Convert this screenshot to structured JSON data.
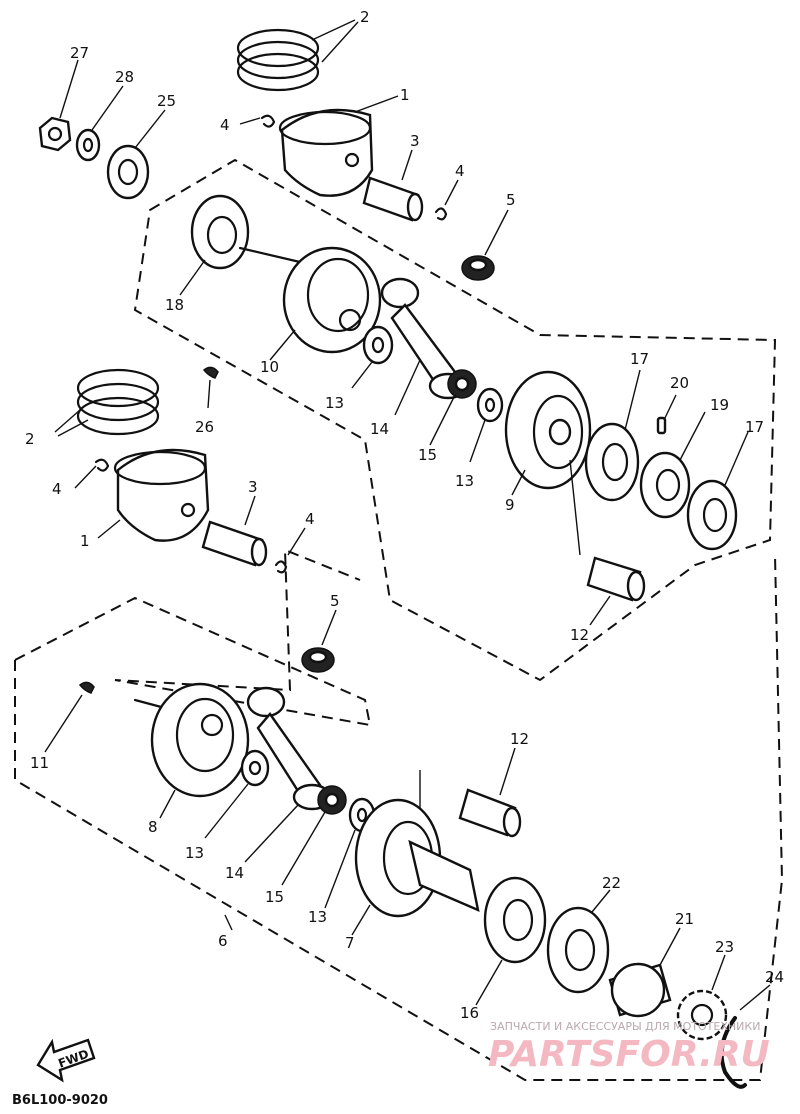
{
  "labels": {
    "l2a": "2",
    "l27": "27",
    "l28": "28",
    "l25": "25",
    "l4a": "4",
    "l1a": "1",
    "l3a": "3",
    "l4b": "4",
    "l5a": "5",
    "l18": "18",
    "l10": "10",
    "l26": "26",
    "l13a": "13",
    "l14a": "14",
    "l15a": "15",
    "l13b": "13",
    "l9": "9",
    "l17a": "17",
    "l20": "20",
    "l19": "19",
    "l17b": "17",
    "l12a": "12",
    "l2b": "2",
    "l4c": "4",
    "l1b": "1",
    "l3b": "3",
    "l4d": "4",
    "l5b": "5",
    "l11": "11",
    "l12b": "12",
    "l8": "8",
    "l13c": "13",
    "l14b": "14",
    "l15b": "15",
    "l13d": "13",
    "l6": "6",
    "l7": "7",
    "l22": "22",
    "l16": "16",
    "l21": "21",
    "l23": "23",
    "l24": "24"
  },
  "figure_code": "B6L100-9020",
  "fwd_label": "FWD",
  "watermark": {
    "top": "ЗАПЧАСТИ И АКСЕССУАРЫ ДЛЯ МОТОТЕХНИКИ",
    "brand": "PARTSFOR.RU"
  }
}
